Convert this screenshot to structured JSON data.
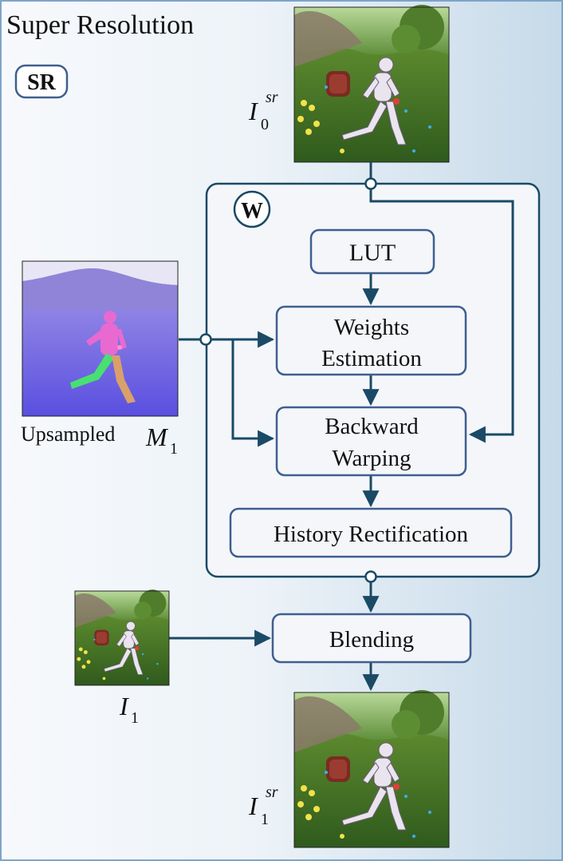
{
  "title": "Super Resolution",
  "badge_sr": "SR",
  "badge_w": "W",
  "boxes": {
    "lut": "LUT",
    "weights_line1": "Weights",
    "weights_line2": "Estimation",
    "backward_line1": "Backward",
    "backward_line2": "Warping",
    "history": "History Rectification",
    "blending": "Blending"
  },
  "labels": {
    "prev_sr": {
      "base": "I",
      "sub": "0",
      "sup": "sr"
    },
    "upsampled_text": "Upsampled",
    "motion": {
      "base": "M",
      "sub": "1"
    },
    "current": {
      "base": "I",
      "sub": "1"
    },
    "out_sr": {
      "base": "I",
      "sub": "1",
      "sup": "sr"
    }
  },
  "images": {
    "prev_sr": "game-scene-running-robot-thumbnail",
    "motion": "motion-vector-map-thumbnail",
    "current": "low-res-game-scene-thumbnail",
    "out_sr": "game-scene-running-robot-thumbnail"
  },
  "colors": {
    "line": "#1a4a66",
    "box_border": "#3e5f8f",
    "box_fill": "#f4f6fa",
    "outer_border": "#7da4c8",
    "bg_left": "#f7f9fc",
    "bg_right": "#c9dcea"
  }
}
